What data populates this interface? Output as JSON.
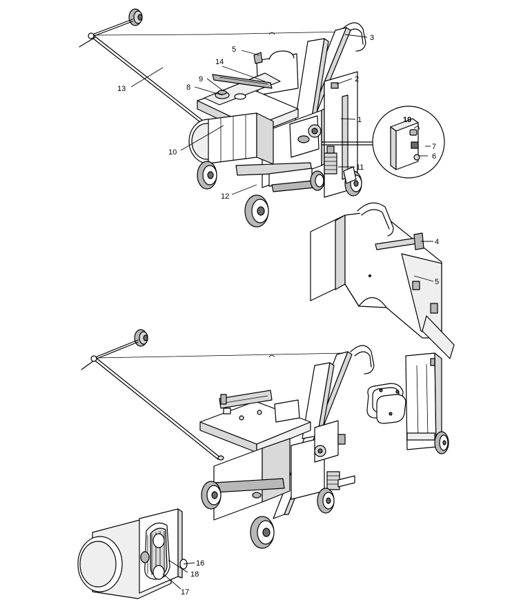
{
  "callouts": {
    "c1": "1",
    "c2": "2",
    "c3": "3",
    "c4": "4",
    "c5a": "5",
    "c5b": "5",
    "c6": "6",
    "c7": "7",
    "c8": "8",
    "c9": "9",
    "c10": "10",
    "c11": "11",
    "c12": "12",
    "c13": "13",
    "c14": "14",
    "c16": "16",
    "c17": "17",
    "c18": "18",
    "c19": "19"
  }
}
